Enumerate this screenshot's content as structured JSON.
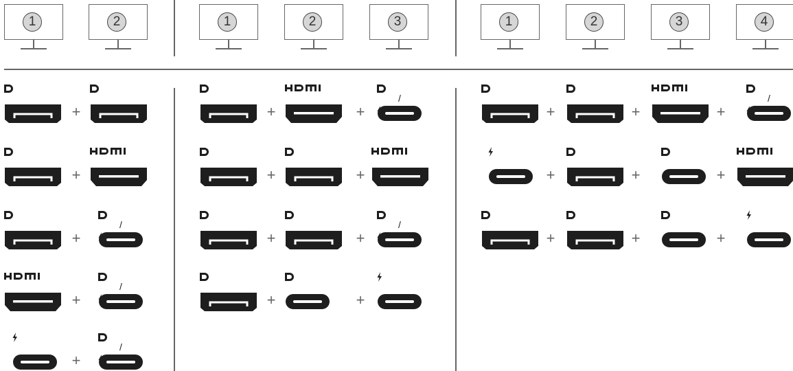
{
  "monitor_groups": [
    {
      "numbers": [
        "1",
        "2"
      ]
    },
    {
      "numbers": [
        "1",
        "2",
        "3"
      ]
    },
    {
      "numbers": [
        "1",
        "2",
        "3",
        "4"
      ]
    }
  ],
  "port_labels": {
    "dp": "DP",
    "hdmi": "HDMI",
    "tb": "Thunderbolt",
    "dp_tb": "DP / Thunderbolt"
  },
  "plus_sign": "+",
  "configurations": {
    "two_displays": [
      [
        "dp",
        "dp"
      ],
      [
        "dp",
        "hdmi"
      ],
      [
        "dp",
        "usbc_dp_tb"
      ],
      [
        "hdmi",
        "usbc_dp_tb"
      ],
      [
        "usbc_tb",
        "usbc_dp_tb"
      ]
    ],
    "three_displays": [
      [
        "dp",
        "hdmi",
        "usbc_dp_tb"
      ],
      [
        "dp",
        "dp",
        "hdmi"
      ],
      [
        "dp",
        "dp",
        "usbc_dp_tb"
      ],
      [
        "dp",
        "usbc_dp",
        "usbc_tb"
      ]
    ],
    "four_displays": [
      [
        "dp",
        "dp",
        "hdmi",
        "usbc_dp_tb"
      ],
      [
        "usbc_tb",
        "dp",
        "usbc_dp",
        "hdmi"
      ],
      [
        "dp",
        "dp",
        "usbc_dp",
        "usbc_tb"
      ]
    ]
  },
  "colors": {
    "port": "#1e1e1e",
    "line": "#666666",
    "badge": "#d6d6d6"
  }
}
